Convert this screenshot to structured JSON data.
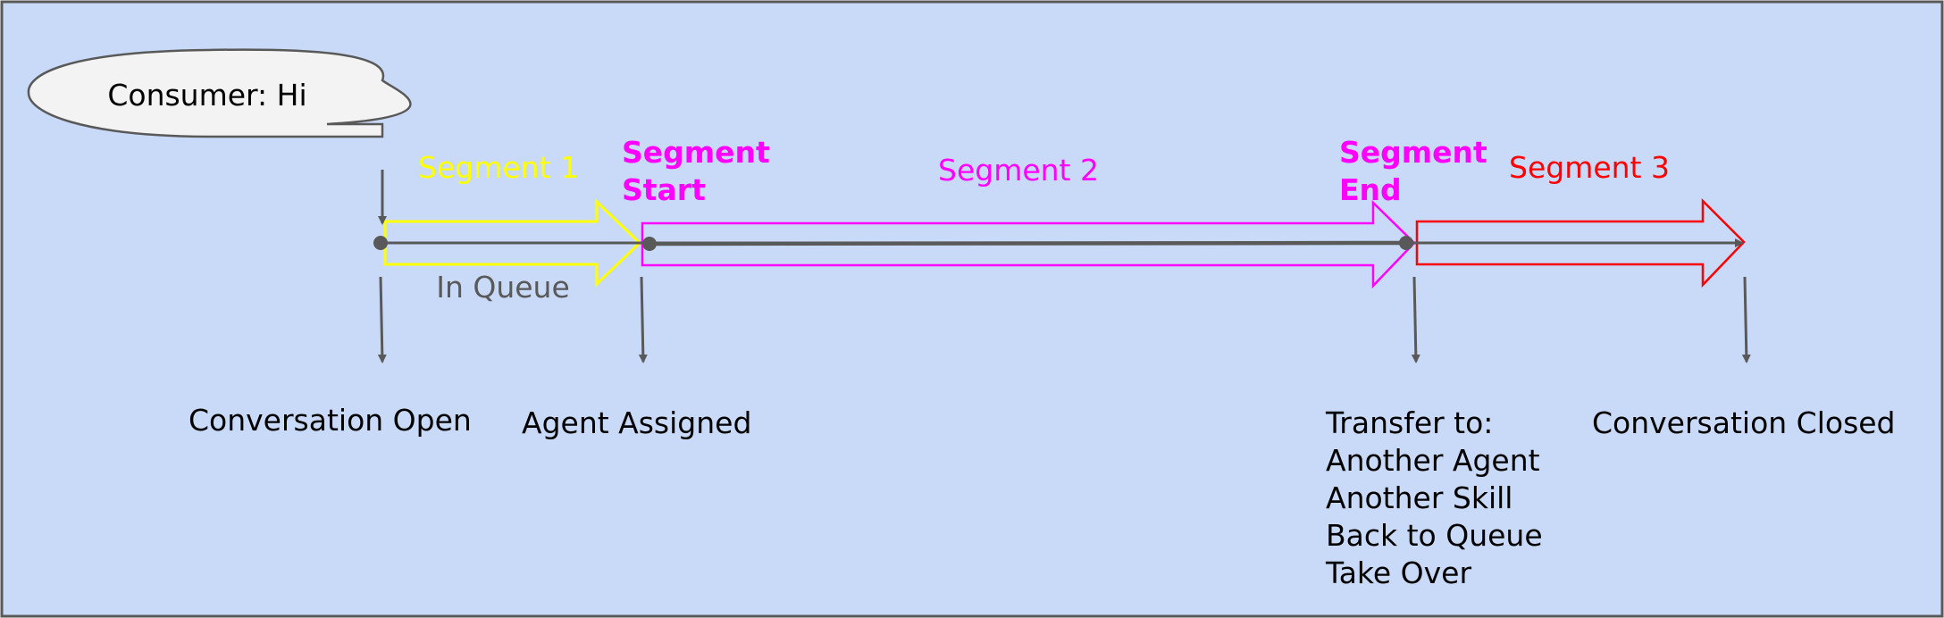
{
  "speech_bubble": {
    "text": "Consumer: Hi"
  },
  "segments": {
    "segment1_label": "Segment 1",
    "segment2_label": "Segment 2",
    "segment3_label": "Segment 3",
    "in_queue_label": "In Queue",
    "start_marker": [
      "Segment",
      "Start"
    ],
    "end_marker": [
      "Segment",
      "End"
    ]
  },
  "events": {
    "open": "Conversation Open",
    "assigned": "Agent Assigned",
    "closed": "Conversation Closed",
    "transfer": [
      "Transfer to:",
      "Another Agent",
      "Another Skill",
      "Back to Queue",
      "Take Over"
    ]
  },
  "colors": {
    "background": "#c9daf8",
    "border": "#595959",
    "line": "#595959",
    "segment1": "#ffff00",
    "segment2": "#ff00ff",
    "segment3": "#ff0000",
    "in_queue_text": "#595959",
    "text": "#000000",
    "bubble_fill": "#f3f3f3"
  }
}
